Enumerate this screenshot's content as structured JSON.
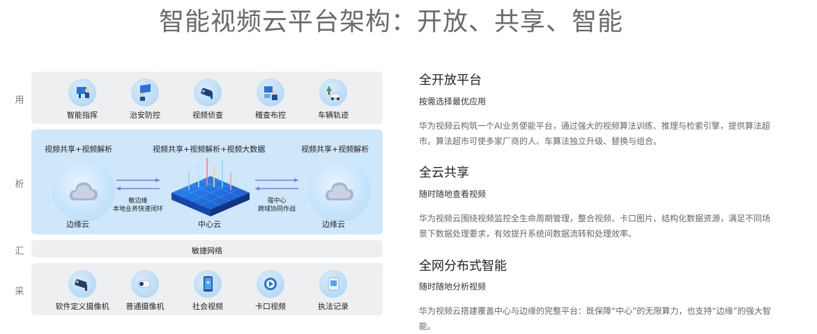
{
  "page_title": "智能视频云平台架构：开放、共享、智能",
  "layers": {
    "application": "用",
    "analysis": "析",
    "aggregation": "汇",
    "collection": "采"
  },
  "application_items": [
    {
      "label": "智能指挥",
      "icon": "command-monitor-icon"
    },
    {
      "label": "治安防控",
      "icon": "security-patrol-icon"
    },
    {
      "label": "视频侦查",
      "icon": "camera-investigate-icon"
    },
    {
      "label": "稽查布控",
      "icon": "inspection-icon"
    },
    {
      "label": "车辆轨迹",
      "icon": "vehicle-track-icon"
    }
  ],
  "analysis": {
    "left_caption": "视频共享+视频解析",
    "center_caption": "视频共享+视频解析+视频大数据",
    "right_caption": "视频共享+视频解析",
    "left_node": "边缘云",
    "center_node": "中心云",
    "right_node": "边缘云",
    "left_link_line1": "敏边缘",
    "left_link_line2": "本地业务快速闭环",
    "right_link_line1": "强中心",
    "right_link_line2": "跨域协同作战"
  },
  "network_label": "敏捷网络",
  "collection_items": [
    {
      "label": "软件定义摄像机",
      "icon": "sdc-camera-icon"
    },
    {
      "label": "普通摄像机",
      "icon": "dome-camera-icon"
    },
    {
      "label": "社会视频",
      "icon": "mobile-video-icon"
    },
    {
      "label": "卡口视频",
      "icon": "checkpoint-video-icon"
    },
    {
      "label": "执法记录",
      "icon": "law-recorder-icon"
    }
  ],
  "colors": {
    "band_gray": "#eeeff1",
    "band_blue": "#cfe7fb",
    "accent_blue": "#1e6fd9",
    "arrow": "#6f7ff0"
  },
  "sections": [
    {
      "title": "全开放平台",
      "subtitle": "按需选择最优应用",
      "body": "华为视频云构筑一个AI业务使能平台，通过强大的视频算法训练、推理与检索引擎，提供算法超市。算法超市可使多家厂商的人、车算法独立升级、替换与组合。"
    },
    {
      "title": "全云共享",
      "subtitle": "随时随地查看视频",
      "body": "华为视频云围绕视频监控全生命周期管理，整合视频、卡口图片、结构化数据资源，满足不同场景下数据处理要求，有效提升系统间数据流转和处理效率。"
    },
    {
      "title": "全网分布式智能",
      "subtitle": "随时随地分析视频",
      "body": "华为视频云搭建覆盖中心与边缘的完整平台：既保障“中心”的无限算力，也支持“边缘”的强大智能。"
    }
  ]
}
